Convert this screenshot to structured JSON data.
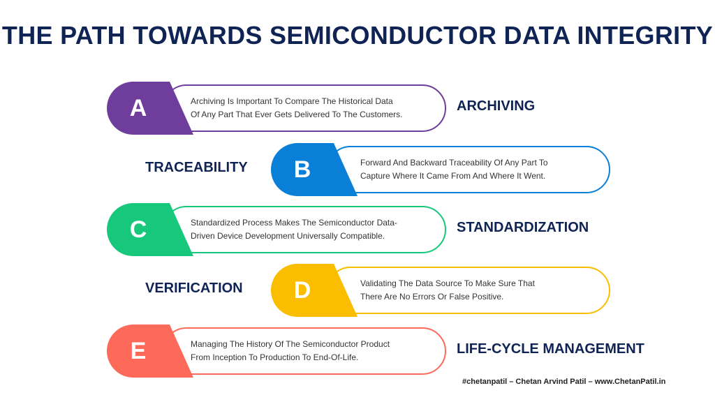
{
  "title": "THE PATH TOWARDS SEMICONDUCTOR DATA INTEGRITY",
  "steps": [
    {
      "letter": "A",
      "label": "ARCHIVING",
      "line1": "Archiving Is Important To Compare The Historical Data",
      "line2": "Of Any Part That Ever Gets Delivered To The Customers.",
      "color": "#6f3d9c"
    },
    {
      "letter": "B",
      "label": "TRACEABILITY",
      "line1": "Forward And Backward Traceability Of Any Part To",
      "line2": "Capture Where It Came From And Where It Went.",
      "color": "#0a7fd8"
    },
    {
      "letter": "C",
      "label": "STANDARDIZATION",
      "line1": "Standardized Process Makes The Semiconductor Data-",
      "line2": "Driven Device Development Universally Compatible.",
      "color": "#17c77c"
    },
    {
      "letter": "D",
      "label": "VERIFICATION",
      "line1": "Validating The Data Source To Make Sure That",
      "line2": "There Are No Errors Or False Positive.",
      "color": "#fbbd00"
    },
    {
      "letter": "E",
      "label": "LIFE-CYCLE MANAGEMENT",
      "line1": "Managing The History Of The Semiconductor Product",
      "line2": "From Inception To Production To End-Of-Life.",
      "color": "#fe6a5a"
    }
  ],
  "footer": "#chetanpatil – Chetan Arvind Patil – www.ChetanPatil.in"
}
